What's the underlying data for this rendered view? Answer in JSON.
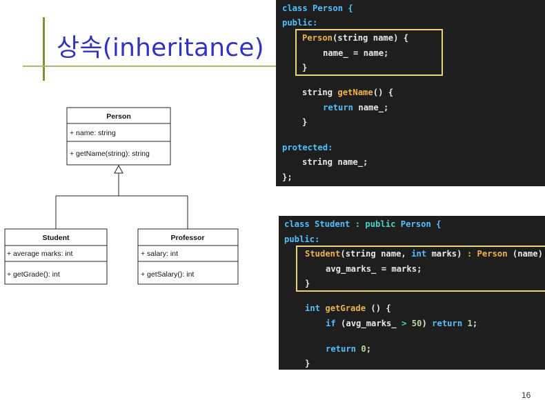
{
  "title": "상속(inheritance)",
  "uml": {
    "person": {
      "name": "Person",
      "attribute": "+ name: string",
      "method": "+ getName(string): string"
    },
    "student": {
      "name": "Student",
      "attribute": "+ average marks: int",
      "method": "+ getGrade(): int"
    },
    "professor": {
      "name": "Professor",
      "attribute": "+ salary: int",
      "method": "+ getSalary(): int"
    }
  },
  "code_person": {
    "l1": "class Person {",
    "l2": "public:",
    "l3a": "Person",
    "l3b": "(string name) {",
    "l4": "name_ = name;",
    "l5": "}",
    "l6a": "string ",
    "l6b": "getName",
    "l6c": "() {",
    "l7a": "return",
    "l7b": " name_;",
    "l8": "}",
    "l9": "protected:",
    "l10": "string name_;",
    "l11": "};"
  },
  "code_student": {
    "l1a": "class Student ",
    "l1b": ": public ",
    "l1c": "Person {",
    "l2": "public:",
    "l3a": "Student",
    "l3b": "(string name, ",
    "l3c": "int",
    "l3d": " marks) ",
    "l3e": ": ",
    "l3f": "Person",
    "l3g": " (name) {",
    "l4": "avg_marks_ = marks;",
    "l5": "}",
    "l6a": "int ",
    "l6b": "getGrade",
    "l6c": " () {",
    "l7a": "if",
    "l7b": " (avg_marks_ ",
    "l7c": "> ",
    "l7d": "50",
    "l7e": ") ",
    "l7f": "return ",
    "l7g": "1",
    "l7h": ";",
    "l8a": "return ",
    "l8b": "0",
    "l8c": ";",
    "l9": "}"
  },
  "page_number": "16"
}
